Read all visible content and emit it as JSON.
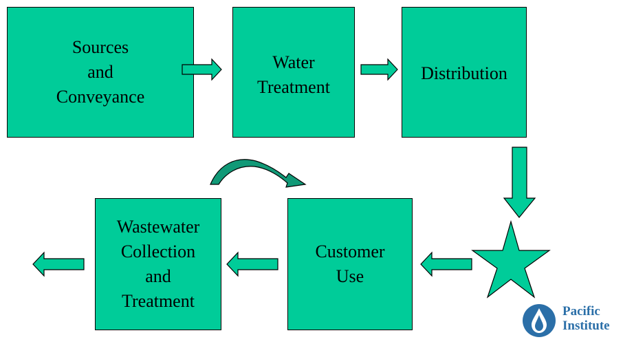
{
  "diagram": {
    "nodes": [
      {
        "id": "sources",
        "label": "Sources\nand\nConveyance"
      },
      {
        "id": "treatment",
        "label": "Water\nTreatment"
      },
      {
        "id": "distribution",
        "label": "Distribution"
      },
      {
        "id": "customer",
        "label": "Customer\nUse"
      },
      {
        "id": "wastewater",
        "label": "Wastewater\nCollection\nand\nTreatment"
      }
    ],
    "edges": [
      {
        "from": "sources",
        "to": "treatment"
      },
      {
        "from": "treatment",
        "to": "distribution"
      },
      {
        "from": "distribution",
        "to": "star"
      },
      {
        "from": "star",
        "to": "customer"
      },
      {
        "from": "customer",
        "to": "wastewater"
      },
      {
        "from": "wastewater",
        "to": "out"
      },
      {
        "from": "wastewater",
        "to": "customer",
        "style": "curved-return"
      }
    ]
  },
  "logo": {
    "text": "Pacific\nInstitute",
    "color": "#2b6fa8"
  },
  "colors": {
    "fill": "#00cc99",
    "curved_arrow": "#119977"
  }
}
